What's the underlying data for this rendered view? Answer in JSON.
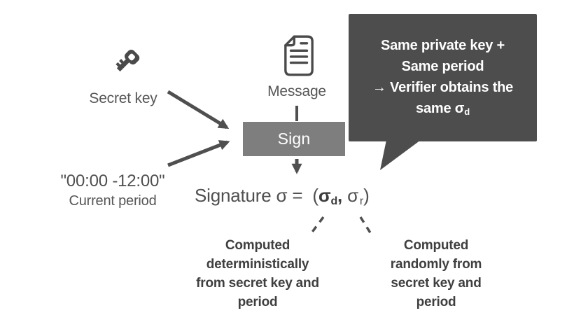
{
  "colors": {
    "background": "#ffffff",
    "dark_gray": "#4d4d4d",
    "arrow_gray": "#4f4f4f",
    "sign_box_gray": "#7e7e7e",
    "label_text": "#565656",
    "callout_text": "#ffffff"
  },
  "icons": {
    "key": "key-icon",
    "document": "document-icon"
  },
  "labels": {
    "secret_key": "Secret key",
    "message": "Message",
    "sign": "Sign",
    "period_value": "\"00:00 -12:00\"",
    "period_label": "Current period"
  },
  "formula": {
    "prefix": "Signature σ =",
    "open_paren": "(",
    "sigma_d": "σ",
    "sub_d": "d",
    "comma": ",",
    "sigma_r": "σ",
    "sub_r": "r",
    "close_paren": ")"
  },
  "callout": {
    "lines_1_3": "Same private key +\nSame period\n→ Verifier obtains the",
    "line_4_prefix": "same σ",
    "line_4_subscript": "d"
  },
  "annotations": {
    "deterministic": "Computed\ndeterministically\nfrom secret key and\nperiod",
    "random": "Computed\nrandomly from\nsecret key and\nperiod"
  }
}
